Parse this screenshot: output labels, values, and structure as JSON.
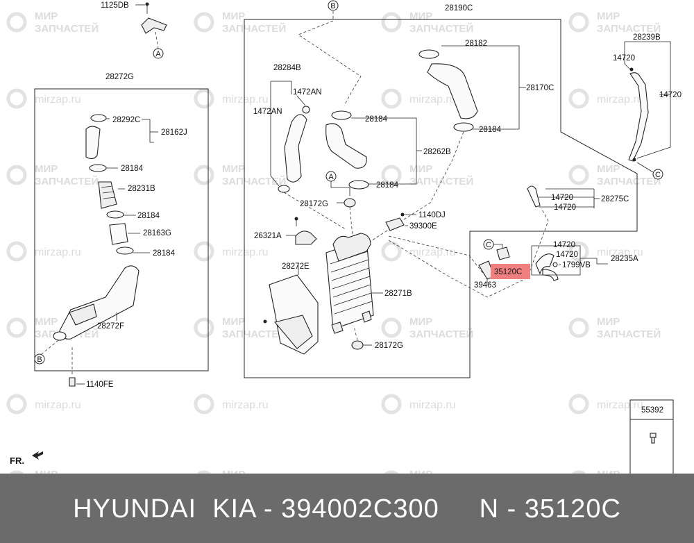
{
  "watermark": {
    "line1": "МИР",
    "line2": "ЗАПЧАСТЕЙ",
    "url": "mirzap.ru"
  },
  "refs": {
    "a": "A",
    "b": "B",
    "c": "C"
  },
  "orientation": "FR.",
  "parts": {
    "p1125DB": "1125DB",
    "p28272G": "28272G",
    "p28292C": "28292C",
    "p28162J": "28162J",
    "p28184_l1": "28184",
    "p28231B": "28231B",
    "p28184_l2": "28184",
    "p28163G": "28163G",
    "p28184_l3": "28184",
    "p28272F": "28272F",
    "p1140FE": "1140FE",
    "p28190C": "28190C",
    "p28284B": "28284B",
    "p1472AN_a": "1472AN",
    "p1472AN_b": "1472AN",
    "p28182": "28182",
    "p28170C": "28170C",
    "p28184_c1": "28184",
    "p28184_c2": "28184",
    "p28262B": "28262B",
    "p28184_c3": "28184",
    "p28172G_a": "28172G",
    "p1140DJ": "1140DJ",
    "p39300E": "39300E",
    "p26321A": "26321A",
    "p28272E": "28272E",
    "p28271B": "28271B",
    "p28172G_b": "28172G",
    "p35120C": "35120C",
    "p39463": "39463",
    "p28239B": "28239B",
    "p14720_r1": "14720",
    "p14720_r2": "14720",
    "p14720_r3": "14720",
    "p14720_r4": "14720",
    "p28275C": "28275C",
    "p14720_r5": "14720",
    "p14720_r6": "14720",
    "p1799VB": "1799VB",
    "p28235A": "28235A",
    "p55392": "55392"
  },
  "colors": {
    "highlight": "#f08080",
    "footer_bg": "#6b6b6b",
    "watermark": "#dcdcdc"
  },
  "footer": {
    "text": "HYUNDAI  KIA - 394002C300     N - 35120C"
  }
}
